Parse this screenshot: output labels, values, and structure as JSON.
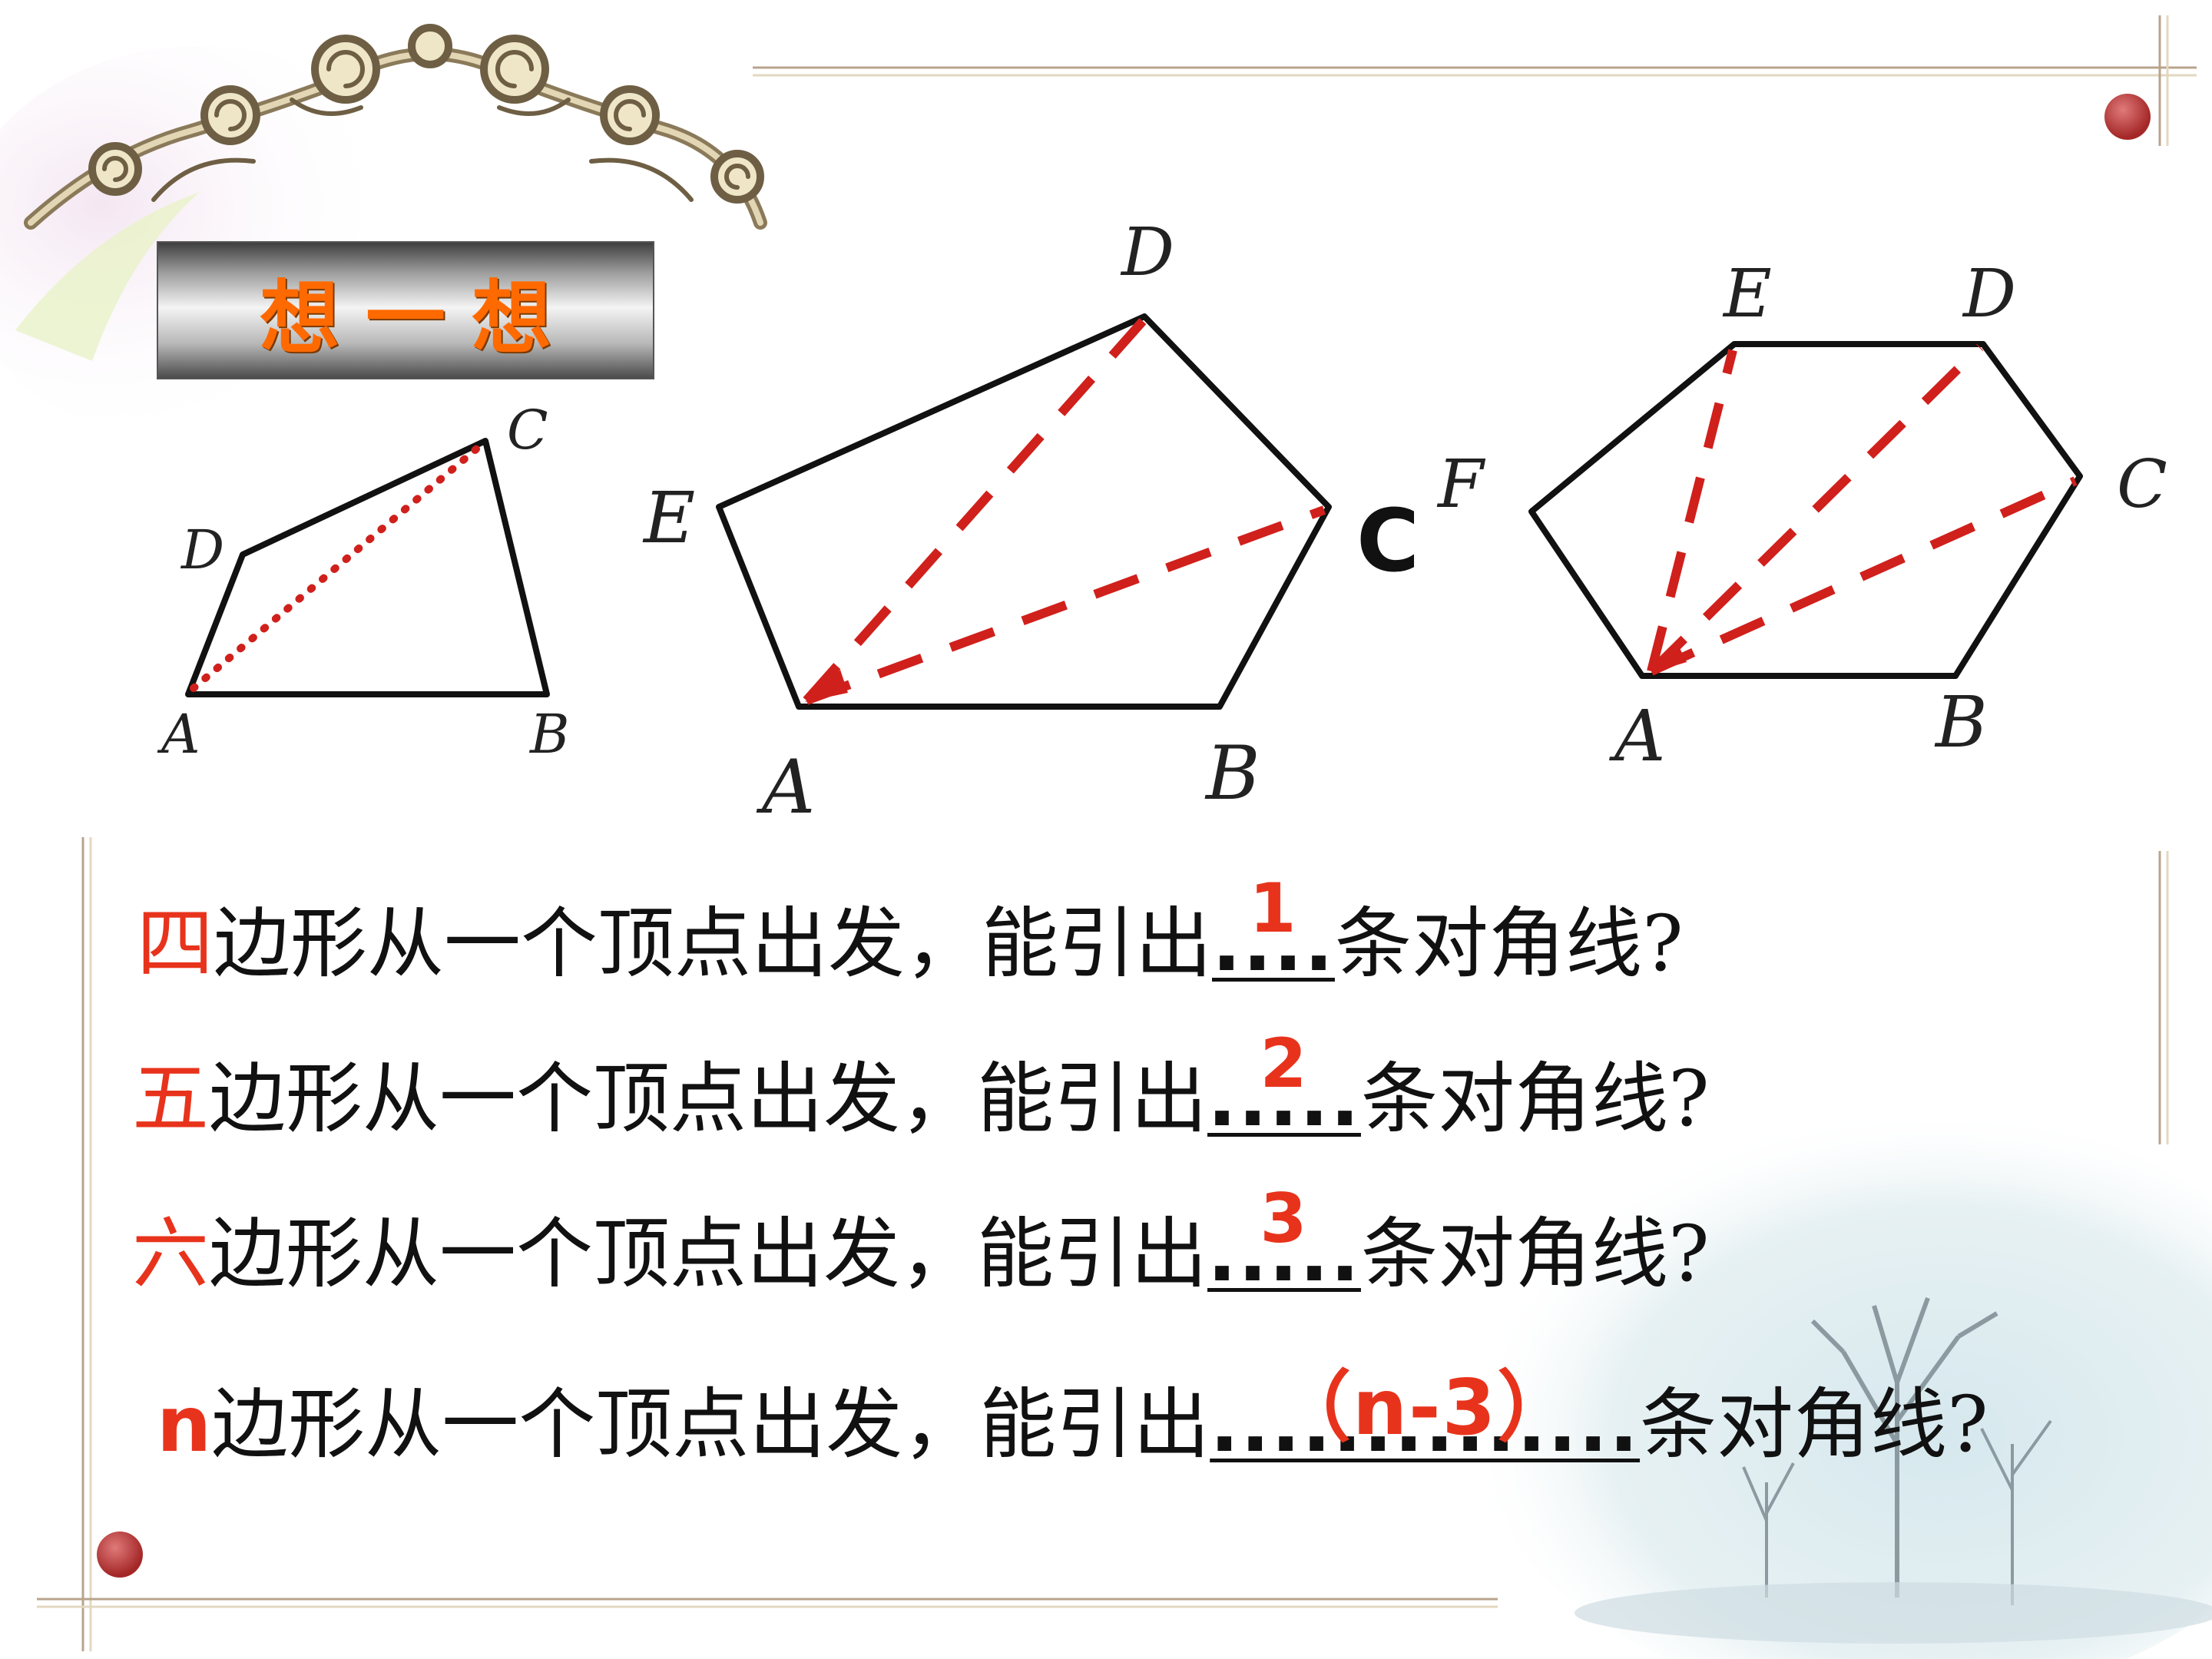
{
  "title": "想一想",
  "stray_label": "C",
  "figures": {
    "quadrilateral": {
      "vertices": [
        "A",
        "B",
        "C",
        "D"
      ]
    },
    "pentagon": {
      "vertices": [
        "A",
        "B",
        "C",
        "D",
        "E"
      ]
    },
    "hexagon": {
      "vertices": [
        "A",
        "B",
        "C",
        "D",
        "E",
        "F"
      ]
    }
  },
  "questions": [
    {
      "lead": "四",
      "text_before": "边形从一个顶点出发，能引出",
      "blank": "....",
      "answer": "1",
      "text_after": "条对角线?"
    },
    {
      "lead": "五",
      "text_before": "边形从一个顶点出发，能引出",
      "blank": ".....",
      "answer": "2",
      "text_after": "条对角线?"
    },
    {
      "lead": "六",
      "text_before": "边形从一个顶点出发，能引出",
      "blank": ".....",
      "answer": "3",
      "text_after": "条对角线?"
    },
    {
      "lead": "n",
      "text_before": "边形从一个顶点出发，能引出",
      "blank": "..............",
      "answer": "（n-3）",
      "text_after": "条对角线?"
    }
  ],
  "colors": {
    "diagonal": "#d0201c",
    "accent_text": "#e8331c",
    "title_text": "#ff6a00",
    "frame_line": "#b8a48c",
    "dot": "#c43a3a"
  }
}
